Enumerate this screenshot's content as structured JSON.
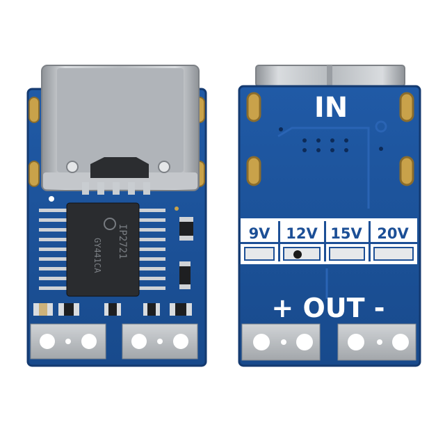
{
  "left_board": {
    "chip_brand": "IP2721",
    "chip_code": "GY441CA"
  },
  "right_board": {
    "in_label": "IN",
    "voltage_labels": [
      "9V",
      "12V",
      "15V",
      "20V"
    ],
    "out_label": "+ OUT -"
  },
  "colors": {
    "pcb_blue": "#1c4f96",
    "pcb_edge": "#163f7c",
    "silkscreen": "#ffffff",
    "metal": "#bfc3c8",
    "chip": "#222426"
  }
}
